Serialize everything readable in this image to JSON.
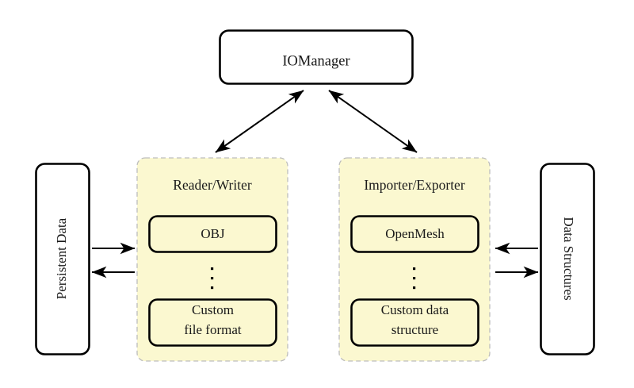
{
  "diagram": {
    "title_node": {
      "label": "IOManager",
      "name": "iomanager-box"
    },
    "panels": [
      {
        "label": "Reader/Writer",
        "name": "reader-writer-panel",
        "items": [
          {
            "label": "OBJ",
            "name": "obj-box"
          },
          {
            "label": "Custom\nfile format",
            "line1": "Custom",
            "line2": "file format",
            "name": "custom-file-format-box"
          }
        ],
        "ellipsis": "vertical-dots"
      },
      {
        "label": "Importer/Exporter",
        "name": "importer-exporter-panel",
        "items": [
          {
            "label": "OpenMesh",
            "name": "openmesh-box"
          },
          {
            "label": "Custom data\nstructure",
            "line1": "Custom data",
            "line2": "structure",
            "name": "custom-data-structure-box"
          }
        ],
        "ellipsis": "vertical-dots"
      }
    ],
    "side_nodes": [
      {
        "label": "Persistent Data",
        "name": "persistent-data-box",
        "rotation": "-90"
      },
      {
        "label": "Data Structures",
        "name": "data-structures-box",
        "rotation": "90"
      }
    ],
    "connectors": [
      {
        "name": "iomanager-to-reader-writer-arrow",
        "style": "double-headed",
        "direction": "bidirectional"
      },
      {
        "name": "iomanager-to-importer-exporter-arrow",
        "style": "double-headed",
        "direction": "bidirectional"
      },
      {
        "name": "persistent-data-to-reader-writer-arrow",
        "style": "single-headed",
        "direction": "right"
      },
      {
        "name": "reader-writer-to-persistent-data-arrow",
        "style": "single-headed",
        "direction": "left"
      },
      {
        "name": "data-structures-to-importer-exporter-arrow",
        "style": "single-headed",
        "direction": "left"
      },
      {
        "name": "importer-exporter-to-data-structures-arrow",
        "style": "single-headed",
        "direction": "right"
      }
    ],
    "colors": {
      "panel_fill": "#fbf8d0",
      "panel_border": "#bdbdbd",
      "node_border": "#000000",
      "node_fill": "#ffffff",
      "background": "#ffffff",
      "text": "#1a1a1a"
    }
  }
}
